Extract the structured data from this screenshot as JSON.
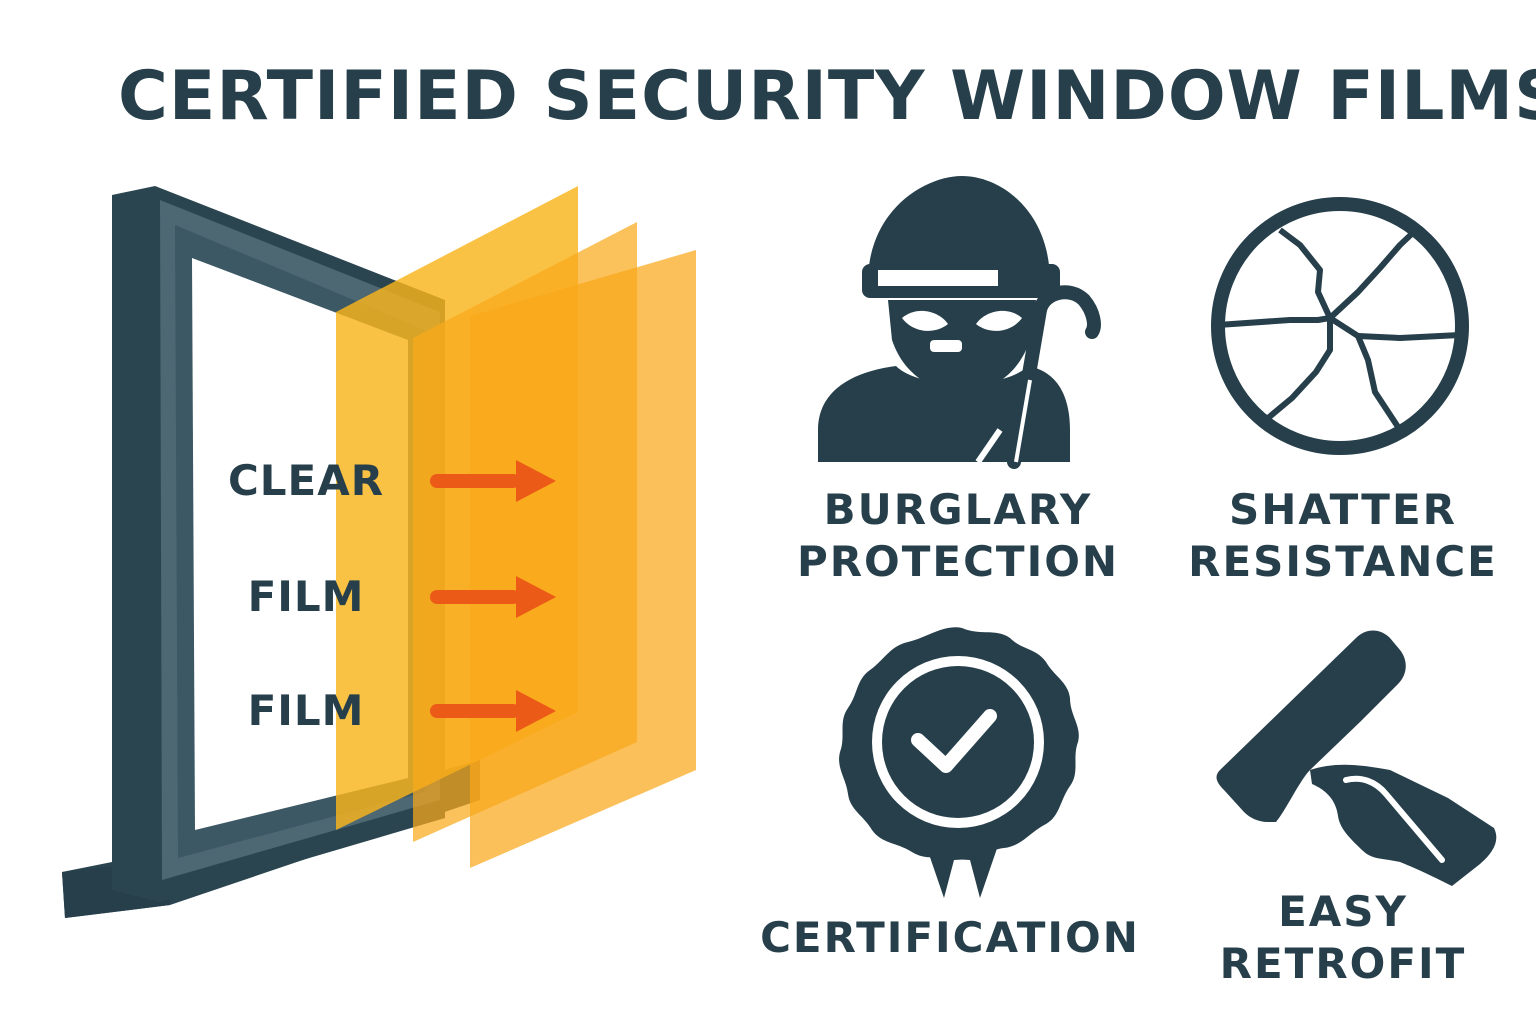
{
  "title": "CERTIFIED SECURITY WINDOW FILMS",
  "layer_labels": [
    "CLEAR",
    "FILM",
    "FILM"
  ],
  "features": [
    {
      "line1": "BURGLARY",
      "line2": "PROTECTION",
      "icon": "burglar-icon"
    },
    {
      "line1": "SHATTER",
      "line2": "RESISTANCE",
      "icon": "shattered-glass-icon"
    },
    {
      "line1": "CERTIFICATION",
      "line2": "",
      "icon": "certification-badge-icon"
    },
    {
      "line1": "EASY",
      "line2": "RETROFIT",
      "icon": "hand-applying-film-icon"
    }
  ],
  "colors": {
    "dark": "#263f4a",
    "frame_light": "#4d6773",
    "film": "#f9b51b",
    "arrow": "#ec5a18"
  }
}
